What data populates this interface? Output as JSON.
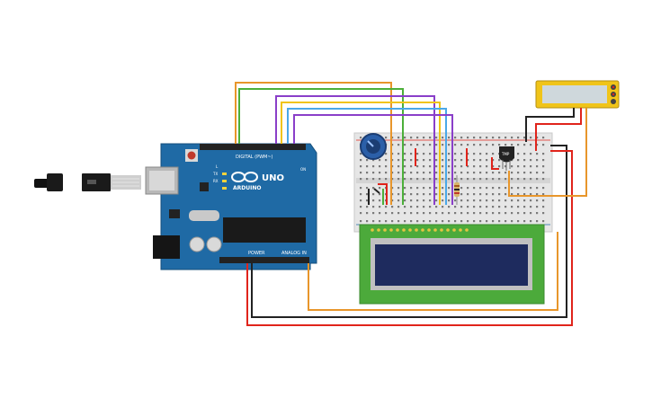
{
  "arduino": {
    "brand": "ARDUINO",
    "model": "UNO",
    "digital_label": "DIGITAL (PWM~)",
    "power_label": "POWER",
    "analog_label": "ANALOG IN",
    "tx": "TX",
    "rx": "RX",
    "l": "L",
    "on": "ON"
  },
  "sensor": {
    "label": "TMP"
  },
  "colors": {
    "board_blue": "#1f6aa5",
    "wire_orange": "#e8962b",
    "wire_green": "#4caf3a",
    "wire_purple": "#8a3fc9",
    "wire_yellow": "#f0c419",
    "wire_blue": "#4aa8e8",
    "wire_red": "#e0241b",
    "wire_black": "#222222",
    "lcd_green": "#4caa3b",
    "lcd_screen": "#1e2b5e"
  }
}
